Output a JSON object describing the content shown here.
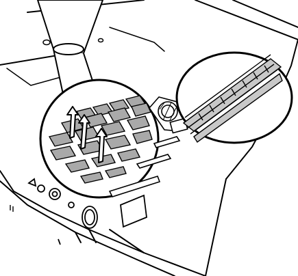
{
  "illustration": {
    "subject": "projector-air-filter-cleaning",
    "line_color": "#000000",
    "background_color": "#ffffff",
    "filter_fill": "#a9a9a9",
    "rib_fill": "#c8c8c8",
    "icons": [
      "vacuum-nozzle",
      "air-filter",
      "up-arrow",
      "lens-focus-ring",
      "air-intake-vent"
    ]
  }
}
